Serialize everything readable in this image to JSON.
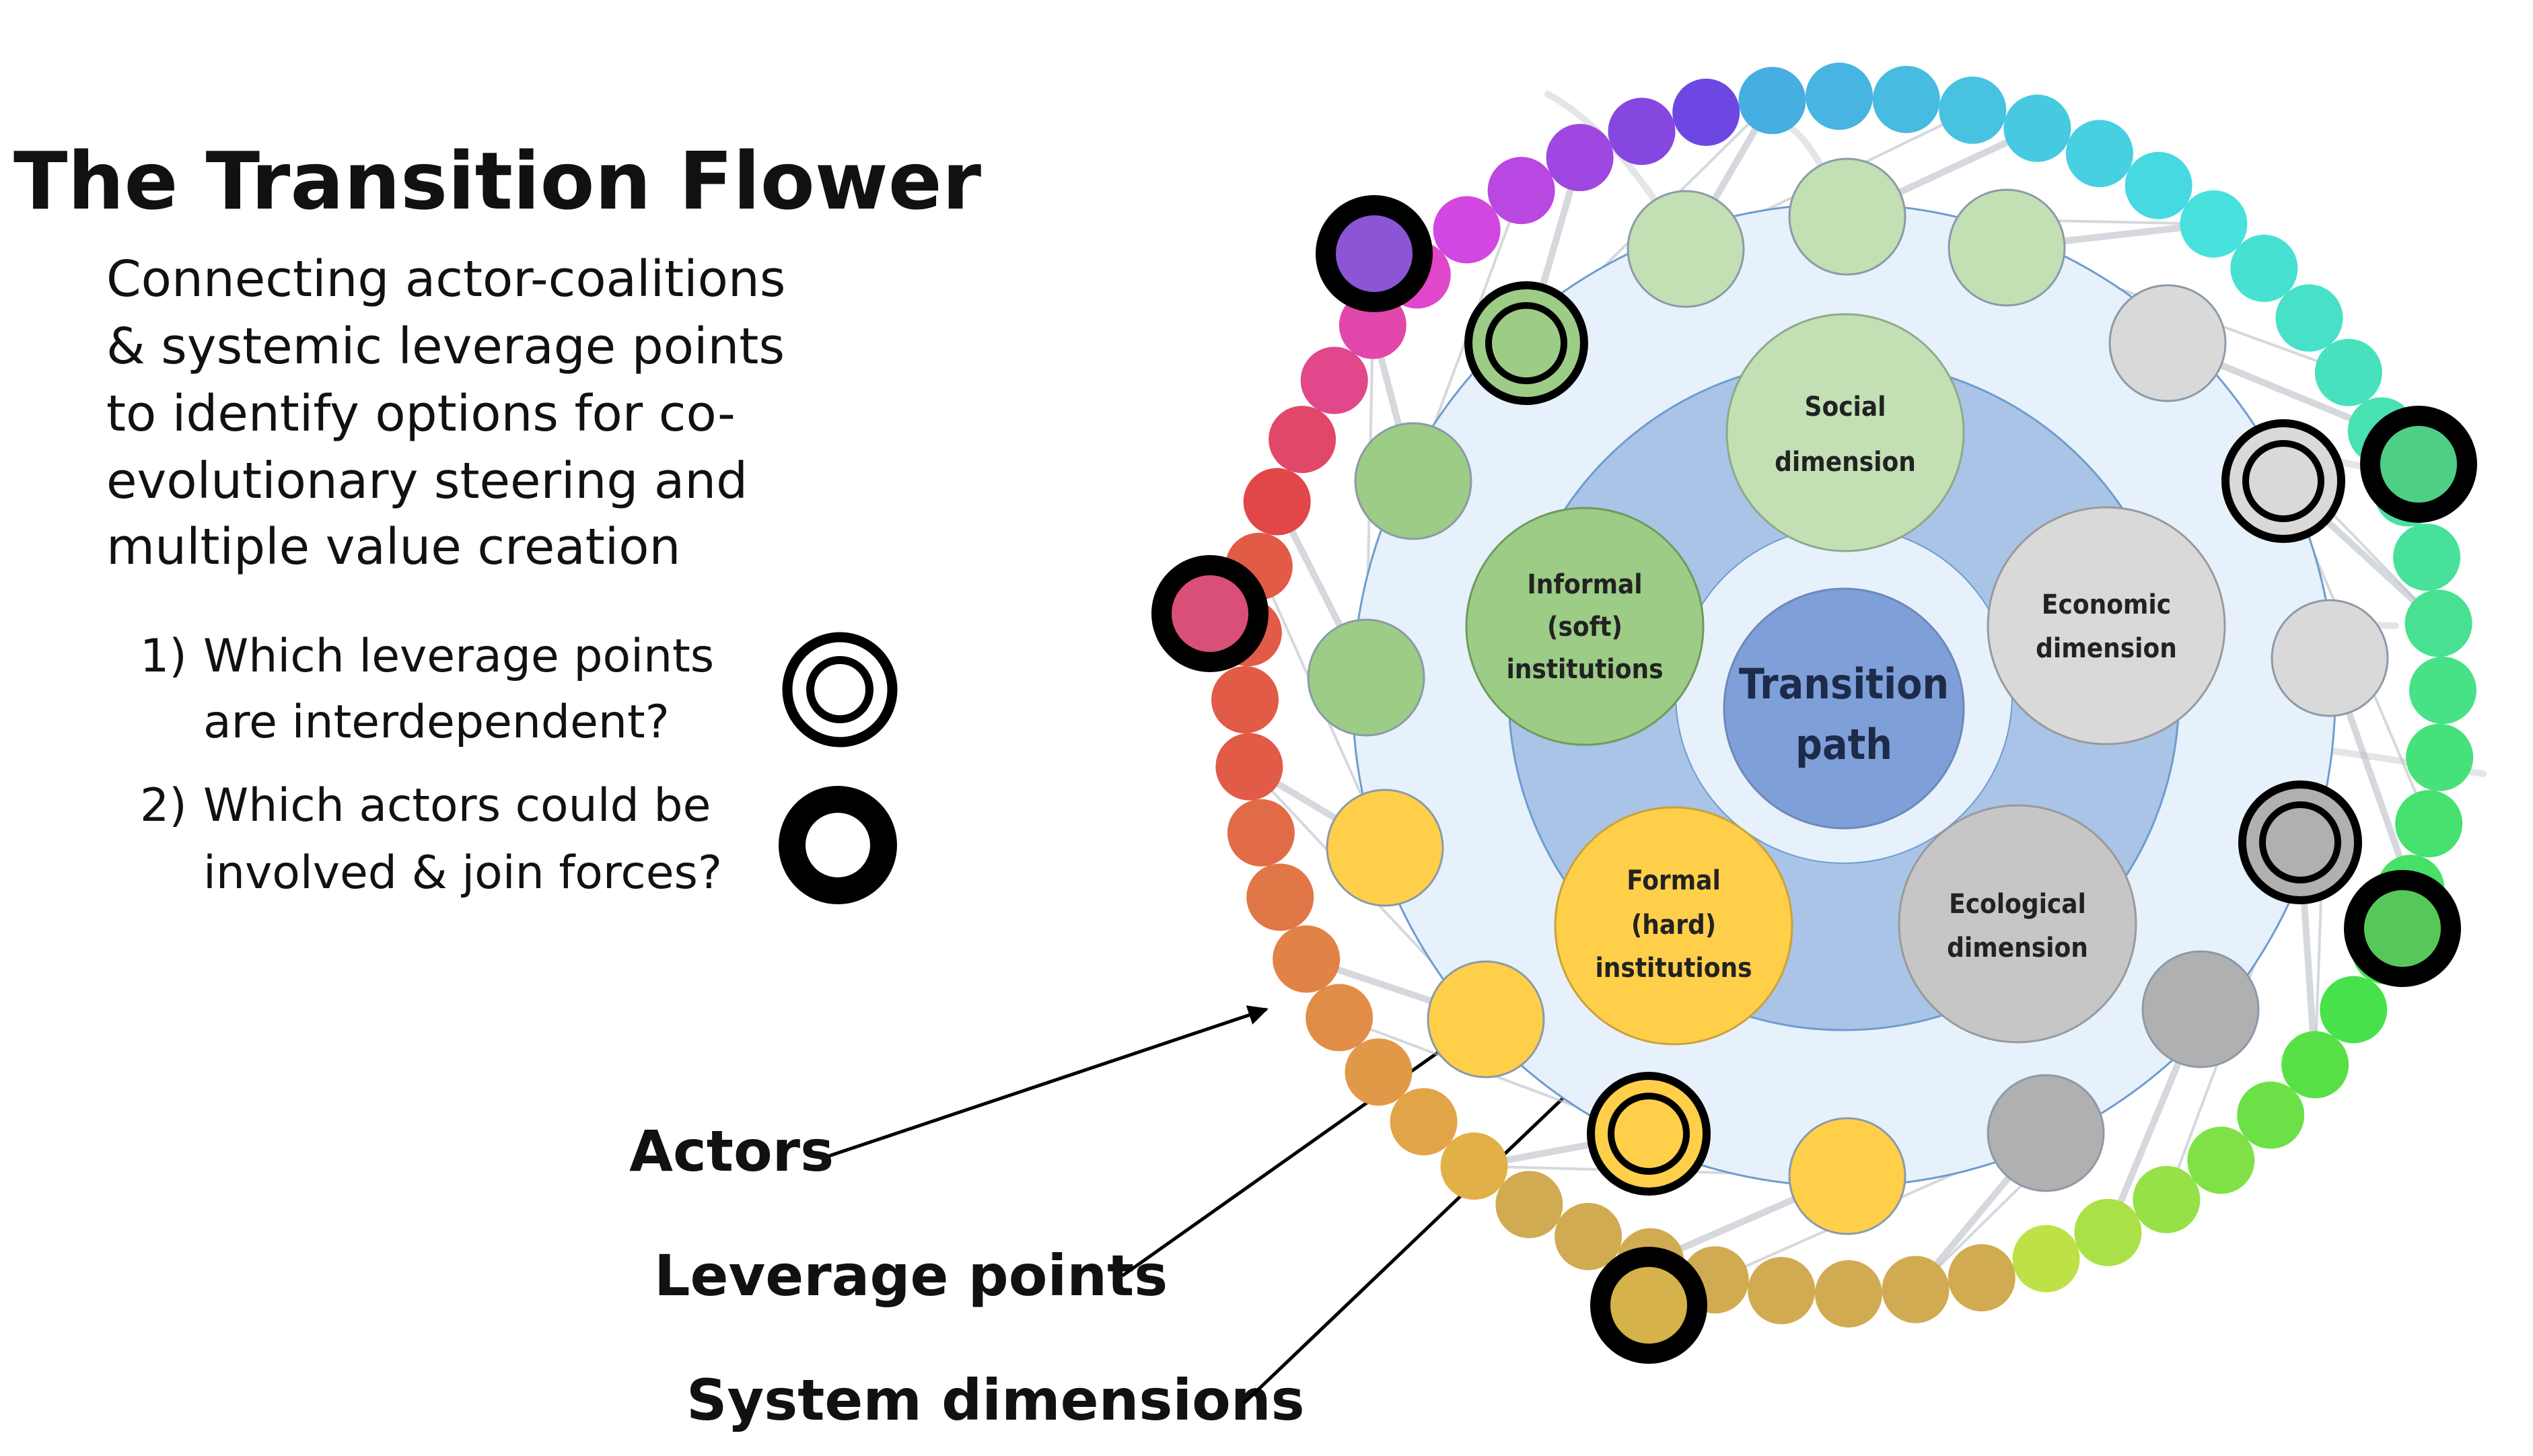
{
  "title": "The Transition Flower",
  "subtitle_lines": [
    "Connecting actor-coalitions",
    "& systemic leverage points",
    "to identify options for co-",
    "evolutionary steering and",
    "multiple value creation"
  ],
  "questions": [
    {
      "number": "1)",
      "line1": "Which leverage points",
      "line2": "are interdependent?",
      "marker": "double-ring-icon"
    },
    {
      "number": "2)",
      "line1": "Which actors could be",
      "line2": "involved & join forces?",
      "marker": "thick-ring-icon"
    }
  ],
  "callouts": {
    "actors": "Actors",
    "leverage_points": "Leverage points",
    "system_dimensions": "System dimensions"
  },
  "center": {
    "line1": "Transition",
    "line2": "path"
  },
  "dimensions": {
    "social": [
      "Social",
      "dimension"
    ],
    "economic": [
      "Economic",
      "dimension"
    ],
    "ecological": [
      "Ecological",
      "dimension"
    ],
    "formal": [
      "Formal",
      "(hard)",
      "institutions"
    ],
    "informal": [
      "Informal",
      "(soft)",
      "institutions"
    ]
  },
  "colors": {
    "social": "#c3dfb4",
    "informal": "#9ccc86",
    "formal": "#ffcf4a",
    "grey_light": "#d9d9d9",
    "grey_dark": "#b0b0b0",
    "center": "#7f9fd8",
    "inner_band": "#a9c4e6",
    "outer_band": "#dbe9f8"
  }
}
